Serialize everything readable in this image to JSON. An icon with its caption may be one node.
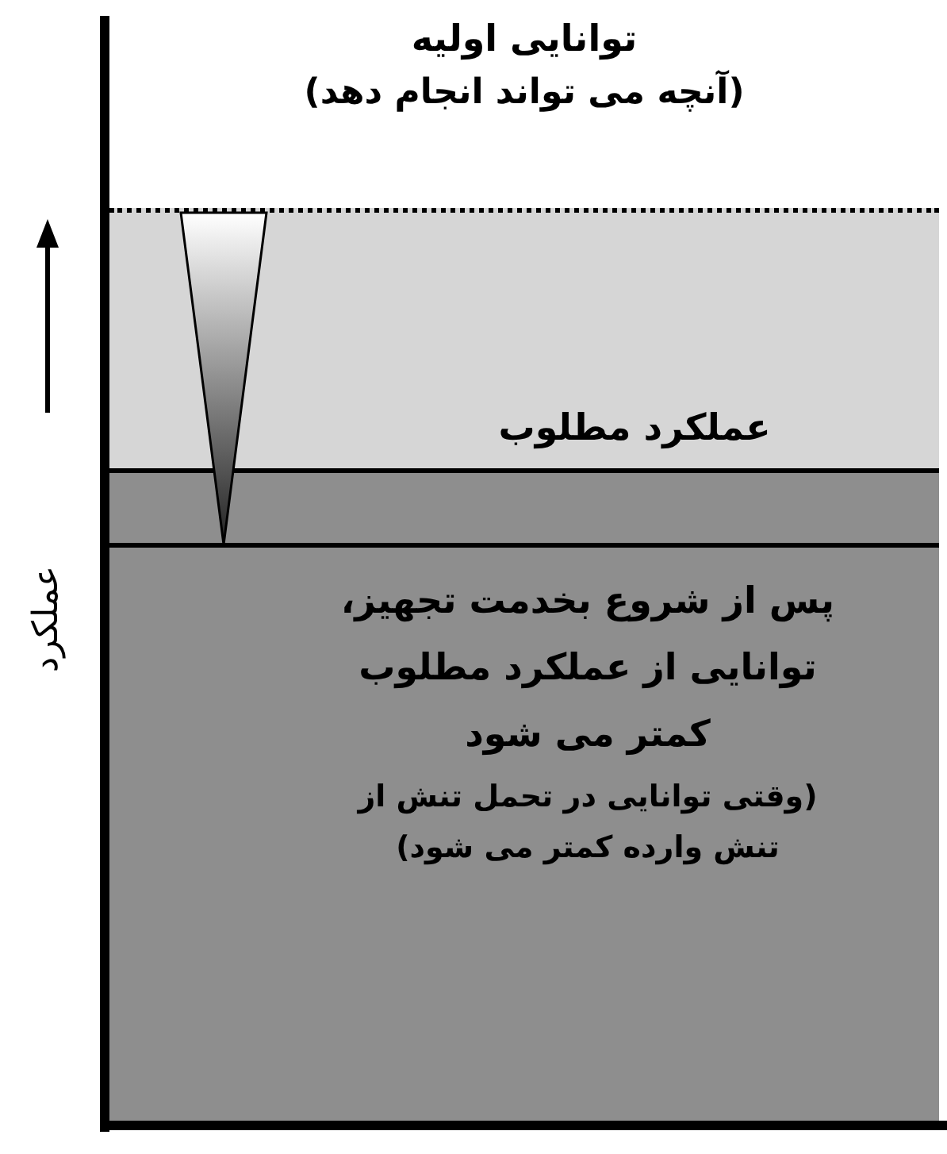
{
  "diagram": {
    "nodes": [
      {
        "text": [
          "توانایی اولیه",
          "(آنچه می تواند انجام دهد)"
        ]
      },
      {
        "text": [
          "پس از شروع بخدمت تجهیز، توانایی از عملکرد مطلوب کمتر می شود",
          "(وقتی توانایی در تحمل تنش از تنش وارده کمتر می شود)"
        ]
      }
    ],
    "labels": [
      "عملکرد مطلوب",
      "عملکرد"
    ]
  }
}
